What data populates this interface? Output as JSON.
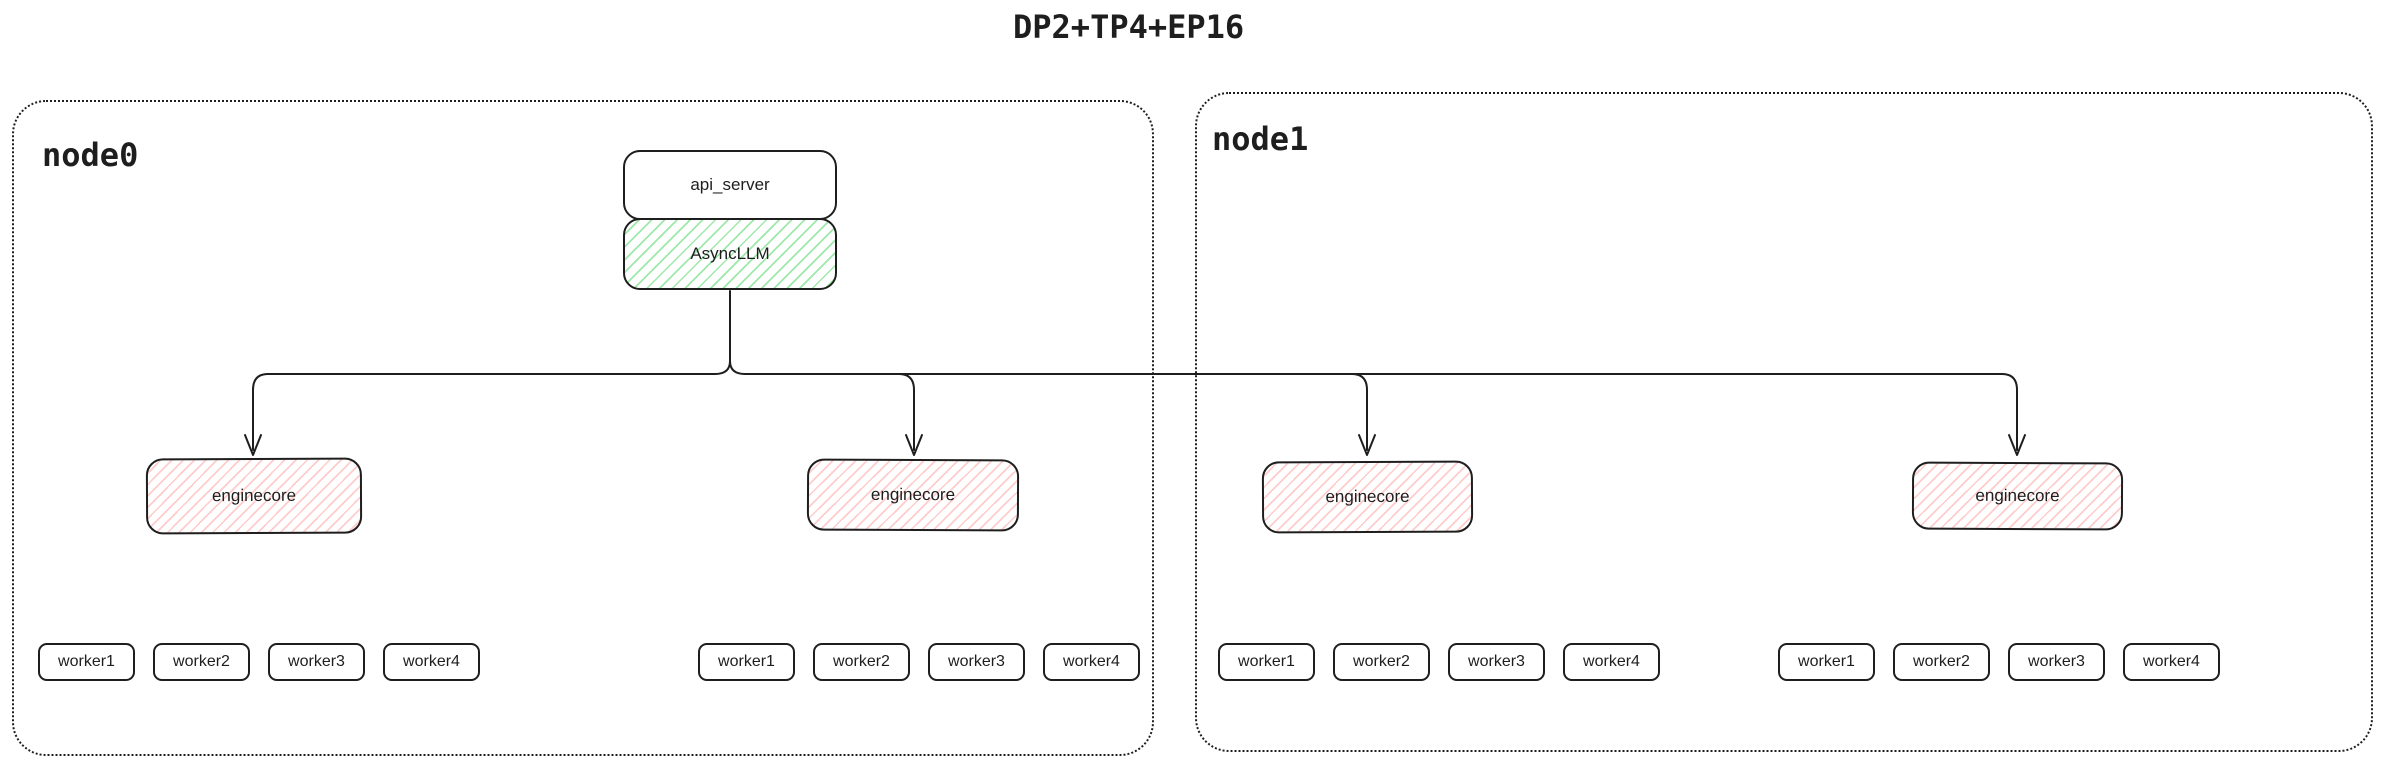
{
  "title": "DP2+TP4+EP16",
  "server": {
    "api_server": "api_server",
    "async_llm": "AsyncLLM"
  },
  "nodes": [
    {
      "label": "node0",
      "groups": [
        {
          "engine": "enginecore",
          "workers": [
            "worker1",
            "worker2",
            "worker3",
            "worker4"
          ]
        },
        {
          "engine": "enginecore",
          "workers": [
            "worker1",
            "worker2",
            "worker3",
            "worker4"
          ]
        }
      ]
    },
    {
      "label": "node1",
      "groups": [
        {
          "engine": "enginecore",
          "workers": [
            "worker1",
            "worker2",
            "worker3",
            "worker4"
          ]
        },
        {
          "engine": "enginecore",
          "workers": [
            "worker1",
            "worker2",
            "worker3",
            "worker4"
          ]
        }
      ]
    }
  ],
  "colors": {
    "stroke": "#1e1e1e",
    "async_llm_hachure": "#69db7c",
    "enginecore_hachure": "#ffc9c9"
  }
}
